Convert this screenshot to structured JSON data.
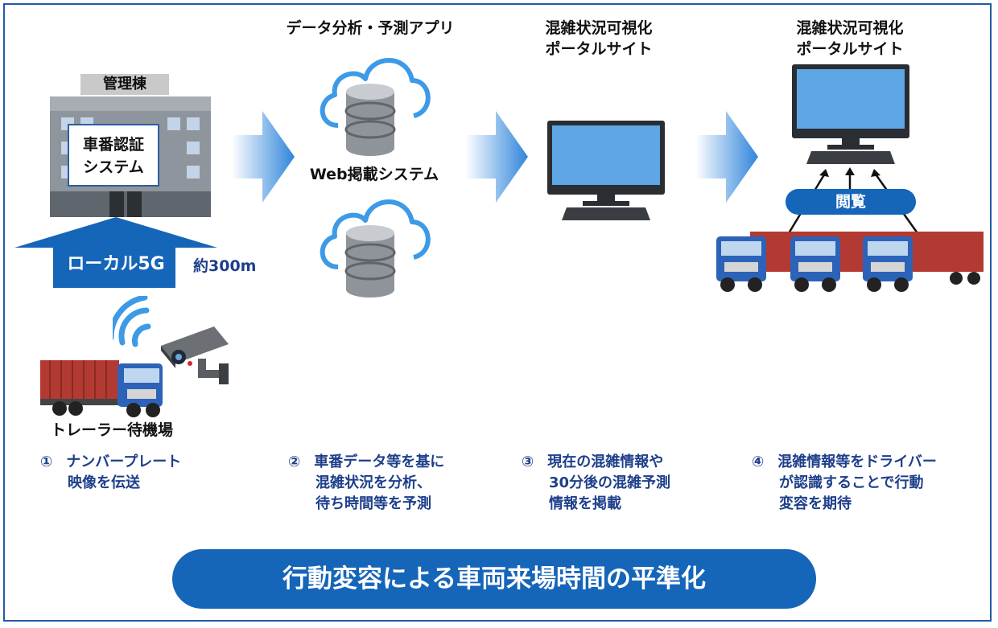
{
  "building": {
    "title": "管理棟",
    "system_line1": "車番認証",
    "system_line2": "システム"
  },
  "local5g": {
    "label": "ローカル5G",
    "distance": "約300m"
  },
  "waiting_area": {
    "label": "トレーラー待機場"
  },
  "analysis": {
    "title": "データ分析・予測アプリ",
    "web_label": "Web掲載システム"
  },
  "portal1": {
    "line1": "混雑状況可視化",
    "line2": "ポータルサイト"
  },
  "portal2": {
    "line1": "混雑状況可視化",
    "line2": "ポータルサイト"
  },
  "viewing": {
    "label": "閲覧"
  },
  "steps": [
    {
      "num": "①",
      "lines": [
        "ナンバープレート",
        "映像を伝送"
      ]
    },
    {
      "num": "②",
      "lines": [
        "車番データ等を基に",
        "混雑状況を分析、",
        "待ち時間等を予測"
      ]
    },
    {
      "num": "③",
      "lines": [
        "現在の混雑情報や",
        "30分後の混雑予測",
        "情報を掲載"
      ]
    },
    {
      "num": "④",
      "lines": [
        "混雑情報等をドライバー",
        "が認識することで行動",
        "変容を期待"
      ]
    }
  ],
  "banner": {
    "text": "行動変容による車両来場時間の平準化"
  },
  "colors": {
    "brand_blue": "#1565b8",
    "text_navy": "#1e3f8a",
    "screen_blue": "#5ea6e6",
    "container_red": "#b23a32"
  }
}
